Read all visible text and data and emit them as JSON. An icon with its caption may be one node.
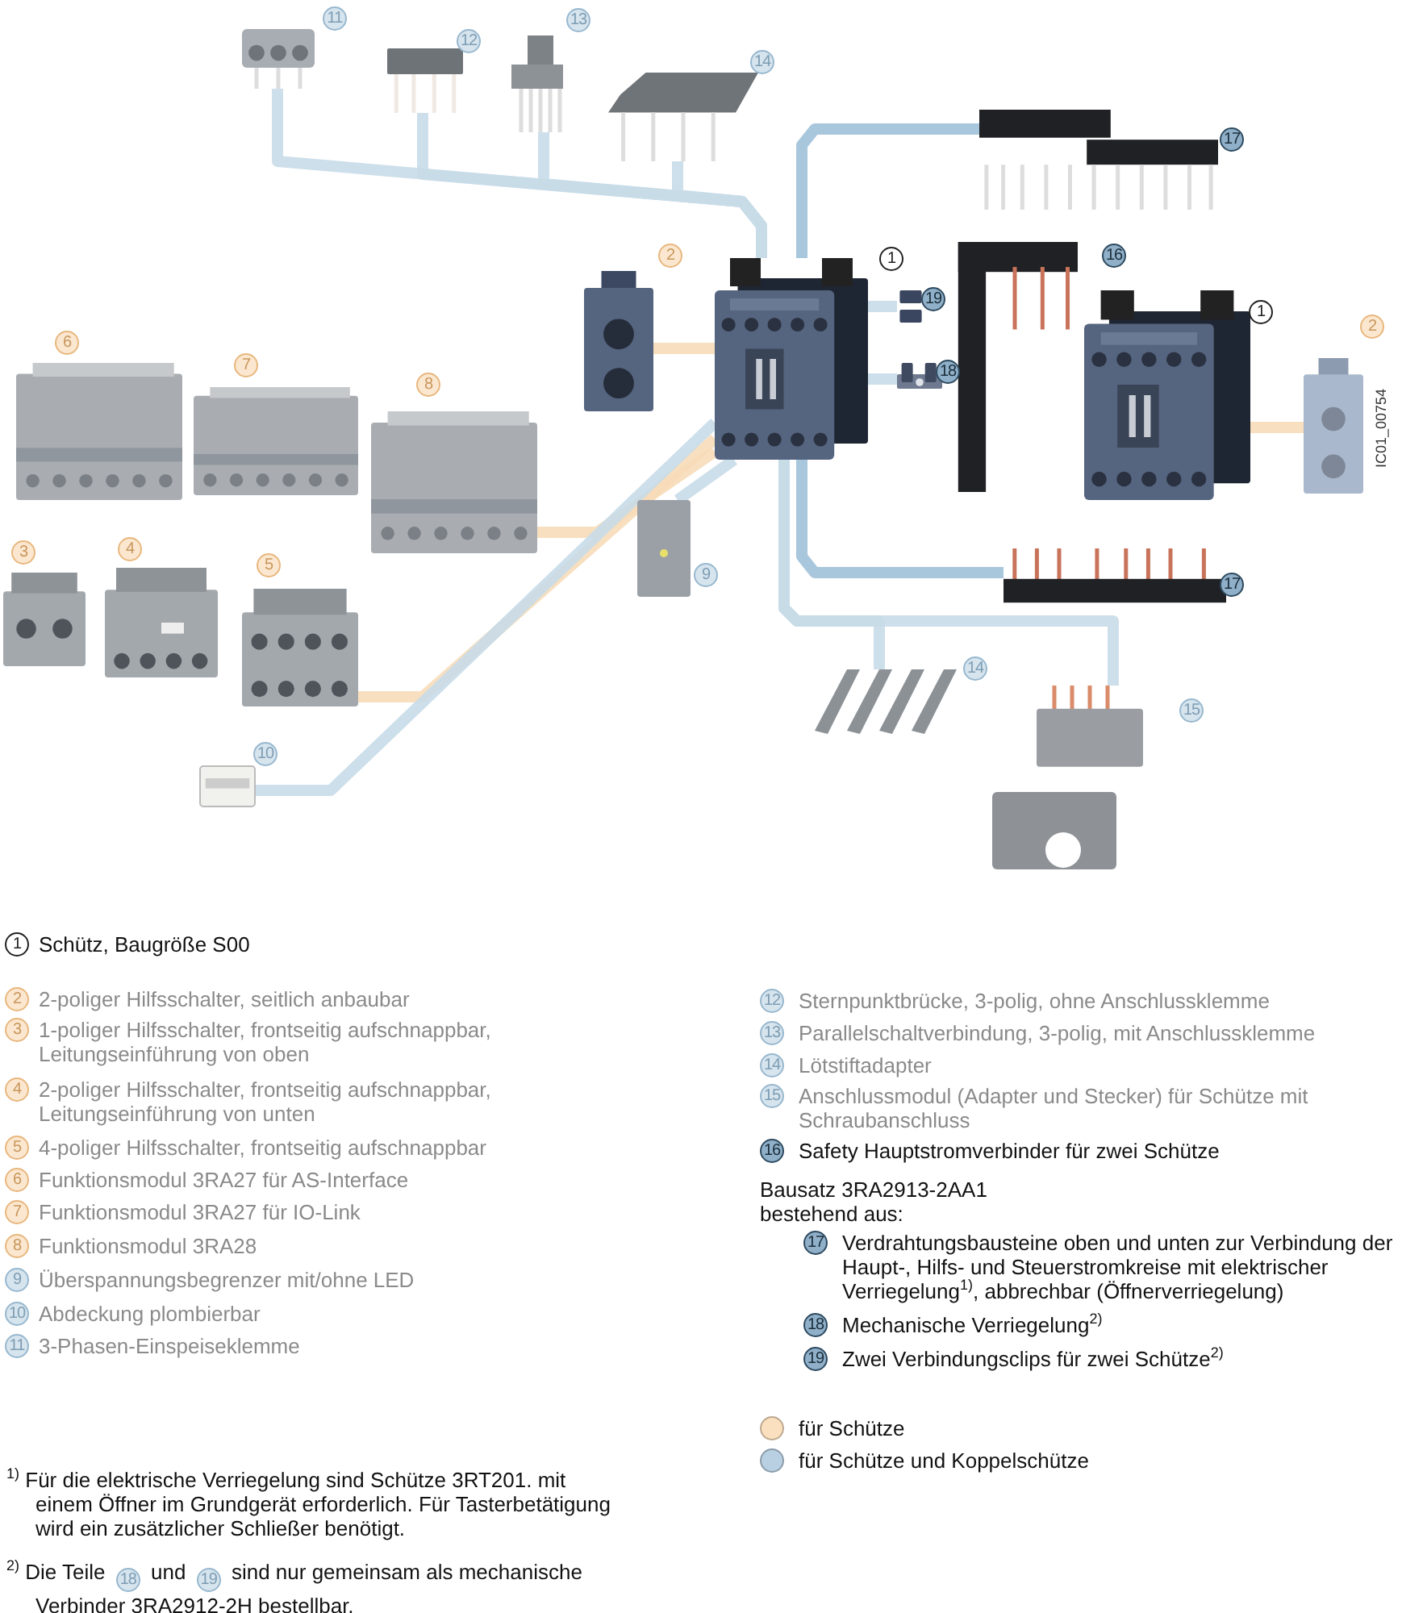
{
  "diagram": {
    "nodes": [
      {
        "text": [],
        "shape": "picture",
        "beside": [
          "1"
        ]
      },
      {
        "text": [],
        "shape": "picture",
        "beside": [
          "2"
        ]
      },
      {
        "text": [],
        "shape": "picture",
        "beside": [
          "6"
        ]
      },
      {
        "text": [],
        "shape": "picture",
        "beside": [
          "7"
        ]
      },
      {
        "text": [],
        "shape": "picture",
        "beside": [
          "8"
        ]
      },
      {
        "text": [],
        "shape": "picture",
        "beside": [
          "3"
        ]
      },
      {
        "text": [],
        "shape": "picture",
        "beside": [
          "4"
        ]
      },
      {
        "text": [],
        "shape": "picture",
        "beside": [
          "5"
        ]
      },
      {
        "text": [],
        "shape": "picture",
        "beside": [
          "9"
        ]
      },
      {
        "text": [],
        "shape": "picture",
        "beside": [
          "10"
        ]
      },
      {
        "text": [],
        "shape": "picture",
        "beside": [
          "11"
        ]
      },
      {
        "text": [],
        "shape": "picture",
        "beside": [
          "12"
        ]
      },
      {
        "text": [],
        "shape": "picture",
        "beside": [
          "13"
        ]
      },
      {
        "text": [],
        "shape": "picture",
        "beside": [
          "14"
        ]
      },
      {
        "text": [],
        "shape": "picture",
        "beside": [
          "17"
        ]
      },
      {
        "text": [],
        "shape": "picture",
        "beside": [
          "16"
        ]
      },
      {
        "text": [],
        "shape": "picture",
        "beside": [
          "19"
        ]
      },
      {
        "text": [],
        "shape": "picture",
        "beside": [
          "18"
        ]
      },
      {
        "text": [],
        "shape": "picture",
        "beside": [
          "1"
        ]
      },
      {
        "text": [],
        "shape": "picture",
        "beside": [
          "2"
        ]
      },
      {
        "text": [],
        "shape": "picture",
        "beside": [
          "17"
        ]
      },
      {
        "text": [],
        "shape": "picture",
        "beside": [
          "14"
        ]
      },
      {
        "text": [],
        "shape": "picture",
        "beside": [
          "15"
        ]
      }
    ],
    "edges": [
      {
        "from": 1,
        "to": 0,
        "arrow": "none",
        "color": "#f7dcb8"
      },
      {
        "from": 7,
        "to": 0,
        "arrow": "none",
        "color": "#f7dcb8"
      },
      {
        "from": 4,
        "to": 0,
        "arrow": "none",
        "color": "#f7dcb8"
      },
      {
        "from": 8,
        "to": 0,
        "arrow": "none"
      },
      {
        "from": 9,
        "to": 0,
        "arrow": "none"
      },
      {
        "from": 10,
        "to": 0,
        "arrow": "none"
      },
      {
        "from": 11,
        "to": 0,
        "arrow": "none"
      },
      {
        "from": 12,
        "to": 0,
        "arrow": "none"
      },
      {
        "from": 13,
        "to": 0,
        "arrow": "none"
      },
      {
        "from": 14,
        "to": 0,
        "arrow": "none",
        "color": "#9fc0d8"
      },
      {
        "from": 20,
        "to": 0,
        "arrow": "none",
        "color": "#9fc0d8"
      },
      {
        "from": 21,
        "to": 0,
        "arrow": "none"
      },
      {
        "from": 22,
        "to": 0,
        "arrow": "none"
      },
      {
        "from": 16,
        "to": 0,
        "arrow": "none"
      },
      {
        "from": 17,
        "to": 0,
        "arrow": "none"
      },
      {
        "from": 19,
        "to": 18,
        "arrow": "none",
        "color": "#f7dcb8"
      }
    ],
    "labels": [
      "IC01_00754",
      "1",
      "Schütz, Baugröße S00",
      "2",
      "2-poliger Hilfsschalter, seitlich anbaubar",
      "3",
      "1-poliger Hilfsschalter, frontseitig aufschnappbar, Leitungseinführung von oben",
      "4",
      "2-poliger Hilfsschalter, frontseitig aufschnappbar, Leitungseinführung von unten",
      "5",
      "4-poliger Hilfsschalter, frontseitig aufschnappbar",
      "6",
      "Funktionsmodul 3RA27 für AS-Interface",
      "7",
      "Funktionsmodul 3RA27 für IO-Link",
      "8",
      "Funktionsmodul 3RA28",
      "9",
      "Überspannungsbegrenzer mit/ohne LED",
      "10",
      "Abdeckung plombierbar",
      "11",
      "3-Phasen-Einspeiseklemme",
      "12",
      "Sternpunktbrücke, 3-polig, ohne Anschlussklemme",
      "13",
      "Parallelschaltverbindung, 3-polig, mit Anschlussklemme",
      "14",
      "Lötstiftadapter",
      "15",
      "Anschlussmodul (Adapter und Stecker) für Schütze mit Schraubanschluss",
      "16",
      "Safety Hauptstromverbinder für zwei Schütze",
      "Bausatz 3RA2913-2AA1 bestehend aus:",
      "17",
      "Verdrahtungsbausteine oben und unten zur Verbindung der Haupt-, Hilfs- und Steuerstromkreise mit elektrischer Verriegelung$^{1)}$, abbrechbar (Öffnerverriegelung)",
      "18",
      "Mechanische Verriegelung$^{2)}$",
      "19",
      "Zwei Verbindungsclips für zwei Schütze$^{2)}$",
      "$^{1)}$ Für die elektrische Verriegelung sind Schütze 3RT201. mit einem Öffner im Grundgerät erforderlich. Für Tasterbetätigung wird ein zusätzlicher Schließer benötigt.",
      "$^{2)}$ Die Teile",
      "18",
      "und",
      "19",
      "sind nur gemeinsam als mechanische Verbinder 3RA2912-2H bestellbar."
    ],
    "legend": [
      {
        "text": "für Schütze",
        "color": "#fbe0bf"
      },
      {
        "text": "für Schütze und Koppelschütze",
        "color": "#b9d0e2"
      }
    ]
  }
}
